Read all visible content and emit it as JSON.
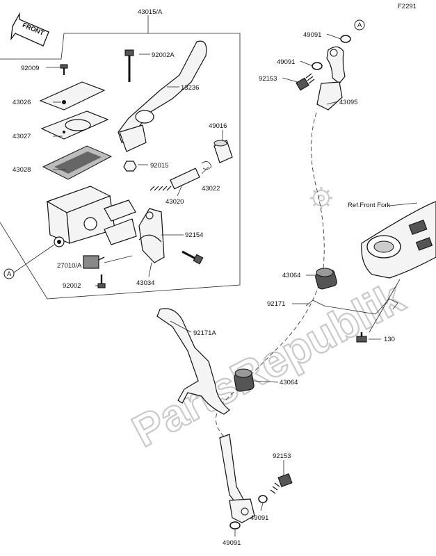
{
  "diagram_code": "F2291",
  "watermark": "PartsRepublik",
  "front_badge": "FRONT",
  "ref_label": "Ref.Front Fork",
  "callout_a": "A",
  "parts": {
    "p43015": "43015/A",
    "p92002a": "92002A",
    "p13236": "13236",
    "p92009": "92009",
    "p43026": "43026",
    "p43027": "43027",
    "p43028": "43028",
    "p49016": "49016",
    "p92015": "92015",
    "p43022": "43022",
    "p43020": "43020",
    "p92154": "92154",
    "p27010a": "27010/A",
    "p92002": "92002",
    "p43034": "43034",
    "p49091a": "49091",
    "p49091b": "49091",
    "p92153a": "92153",
    "p43095": "43095",
    "p43064a": "43064",
    "p92171": "92171",
    "p130": "130",
    "p92171a": "92171A",
    "p43064b": "43064",
    "p92153b": "92153",
    "p49091c": "49091",
    "p49091d": "49091"
  }
}
